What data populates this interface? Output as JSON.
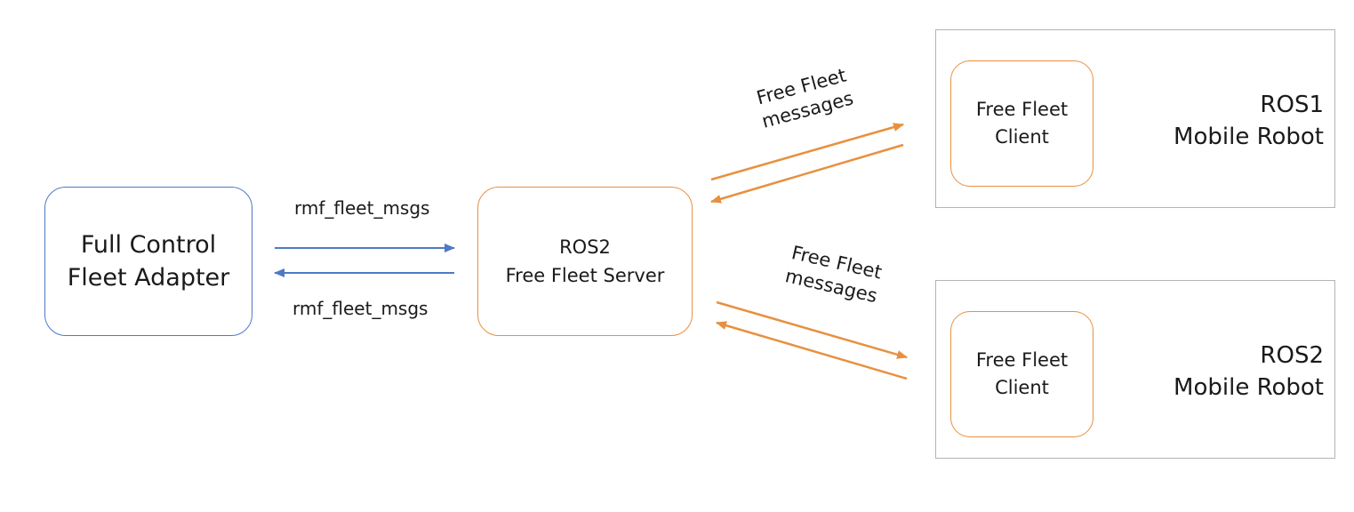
{
  "adapter": {
    "line1": "Full Control",
    "line2": "Fleet Adapter"
  },
  "server": {
    "line1": "ROS2",
    "line2": "Free Fleet Server"
  },
  "links": {
    "adapter_to_server": "rmf_fleet_msgs",
    "server_to_adapter": "rmf_fleet_msgs",
    "server_robot1": {
      "line1": "Free Fleet",
      "line2": "messages"
    },
    "server_robot2": {
      "line1": "Free Fleet",
      "line2": "messages"
    }
  },
  "robots": [
    {
      "client": {
        "line1": "Free Fleet",
        "line2": "Client"
      },
      "line1": "ROS1",
      "line2": "Mobile Robot"
    },
    {
      "client": {
        "line1": "Free Fleet",
        "line2": "Client"
      },
      "line1": "ROS2",
      "line2": "Mobile Robot"
    }
  ],
  "colors": {
    "adapter_border": "#4f79c4",
    "ros_arrow": "#4f79c4",
    "free_fleet": "#e8903f",
    "panel_border": "#b3b3b3"
  }
}
